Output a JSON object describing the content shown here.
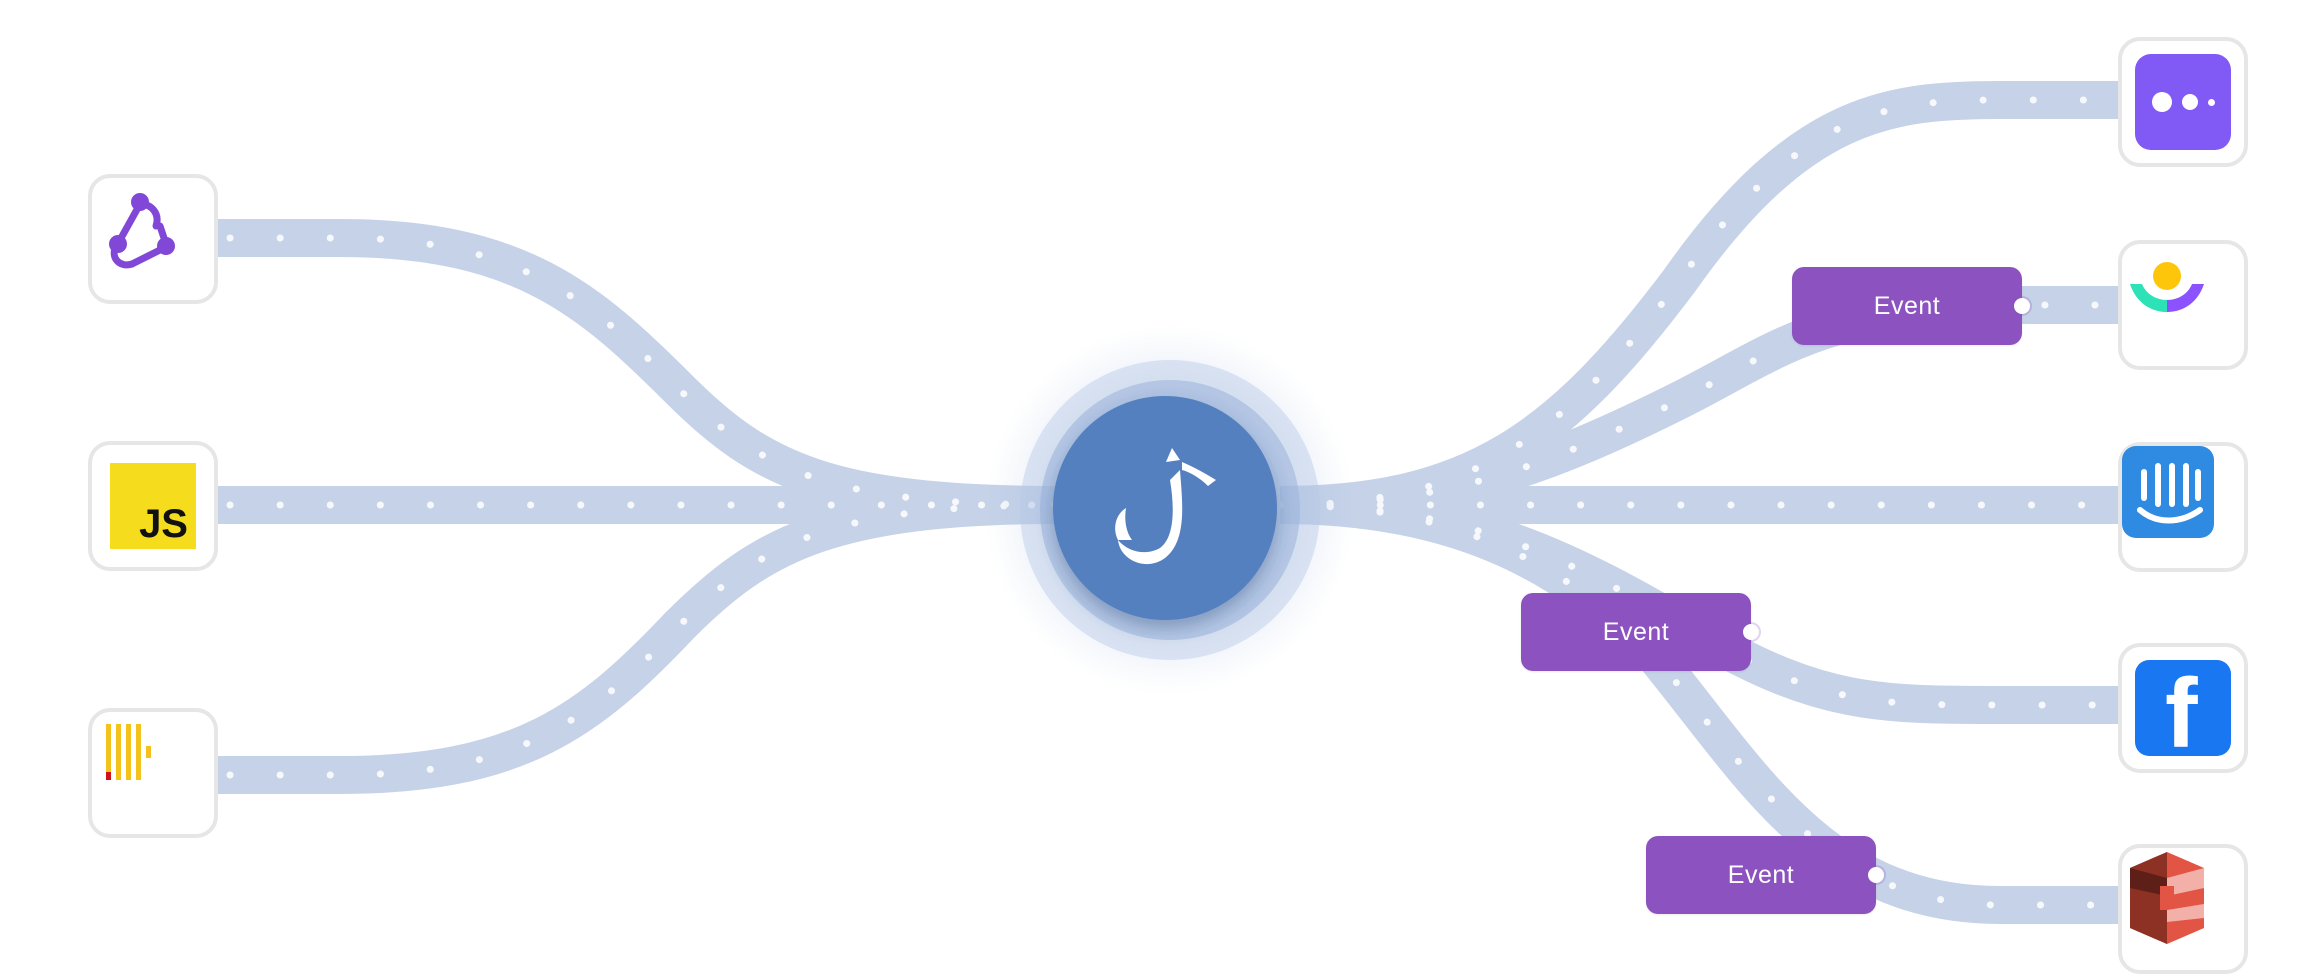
{
  "diagram": {
    "hub": {
      "name": "Jitsu"
    },
    "sources": [
      {
        "id": "webhook",
        "icon": "webhook-icon"
      },
      {
        "id": "javascript",
        "icon": "javascript-icon",
        "label": "JS"
      },
      {
        "id": "clickhouse",
        "icon": "clickhouse-icon"
      }
    ],
    "destinations": [
      {
        "id": "messaging",
        "icon": "chat-dots-icon"
      },
      {
        "id": "customerio",
        "icon": "customerio-icon"
      },
      {
        "id": "intercom",
        "icon": "intercom-icon"
      },
      {
        "id": "facebook",
        "icon": "facebook-icon",
        "label": "f"
      },
      {
        "id": "s3",
        "icon": "aws-s3-icon"
      }
    ],
    "events": [
      {
        "label": "Event"
      },
      {
        "label": "Event"
      },
      {
        "label": "Event"
      }
    ]
  },
  "colors": {
    "pipe": "#c5d2e8",
    "pipe_dot": "#ffffff",
    "hub": "#5480c0",
    "hub_ring": "#a7bce0",
    "event": "#8c52bf",
    "webhook": "#8147d7",
    "javascript": "#f5dd1e",
    "clickhouse": "#f4c21a",
    "messaging": "#8159f5",
    "intercom": "#2f8ae2",
    "facebook": "#1977f2",
    "s3": "#d64939"
  }
}
